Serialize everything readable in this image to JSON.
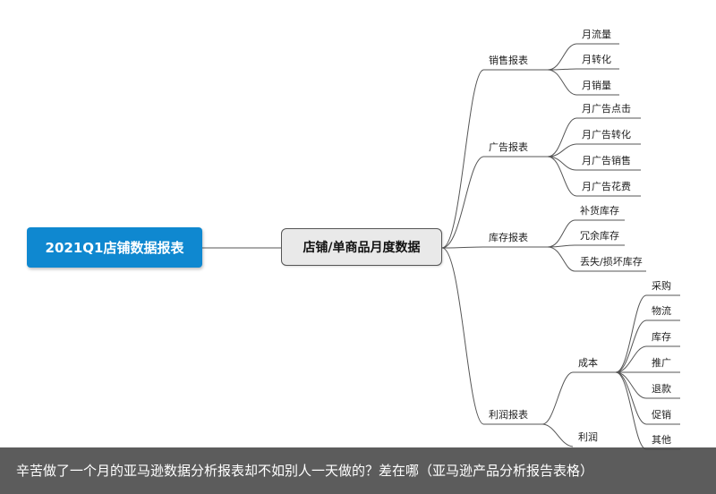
{
  "root": {
    "label": "2021Q1店铺数据报表"
  },
  "center": {
    "label": "店铺/单商品月度数据"
  },
  "branches": {
    "sales": {
      "label": "销售报表",
      "items": [
        "月流量",
        "月转化",
        "月销量"
      ]
    },
    "ads": {
      "label": "广告报表",
      "items": [
        "月广告点击",
        "月广告转化",
        "月广告销售",
        "月广告花费"
      ]
    },
    "inventory": {
      "label": "库存报表",
      "items": [
        "补货库存",
        "冗余库存",
        "丢失/损坏库存"
      ]
    },
    "profit": {
      "label": "利润报表",
      "cost": {
        "label": "成本",
        "items": [
          "采购",
          "物流",
          "库存",
          "推广",
          "退款",
          "促销",
          "其他"
        ]
      },
      "partial_label": "利润"
    }
  },
  "caption": {
    "text": "辛苦做了一个月的亚马逊数据分析报表却不如别人一天做的？差在哪（亚马逊产品分析报告表格）"
  },
  "colors": {
    "root_fill": "#0f88d0",
    "center_fill": "#e9e9e9",
    "line": "#555555"
  }
}
